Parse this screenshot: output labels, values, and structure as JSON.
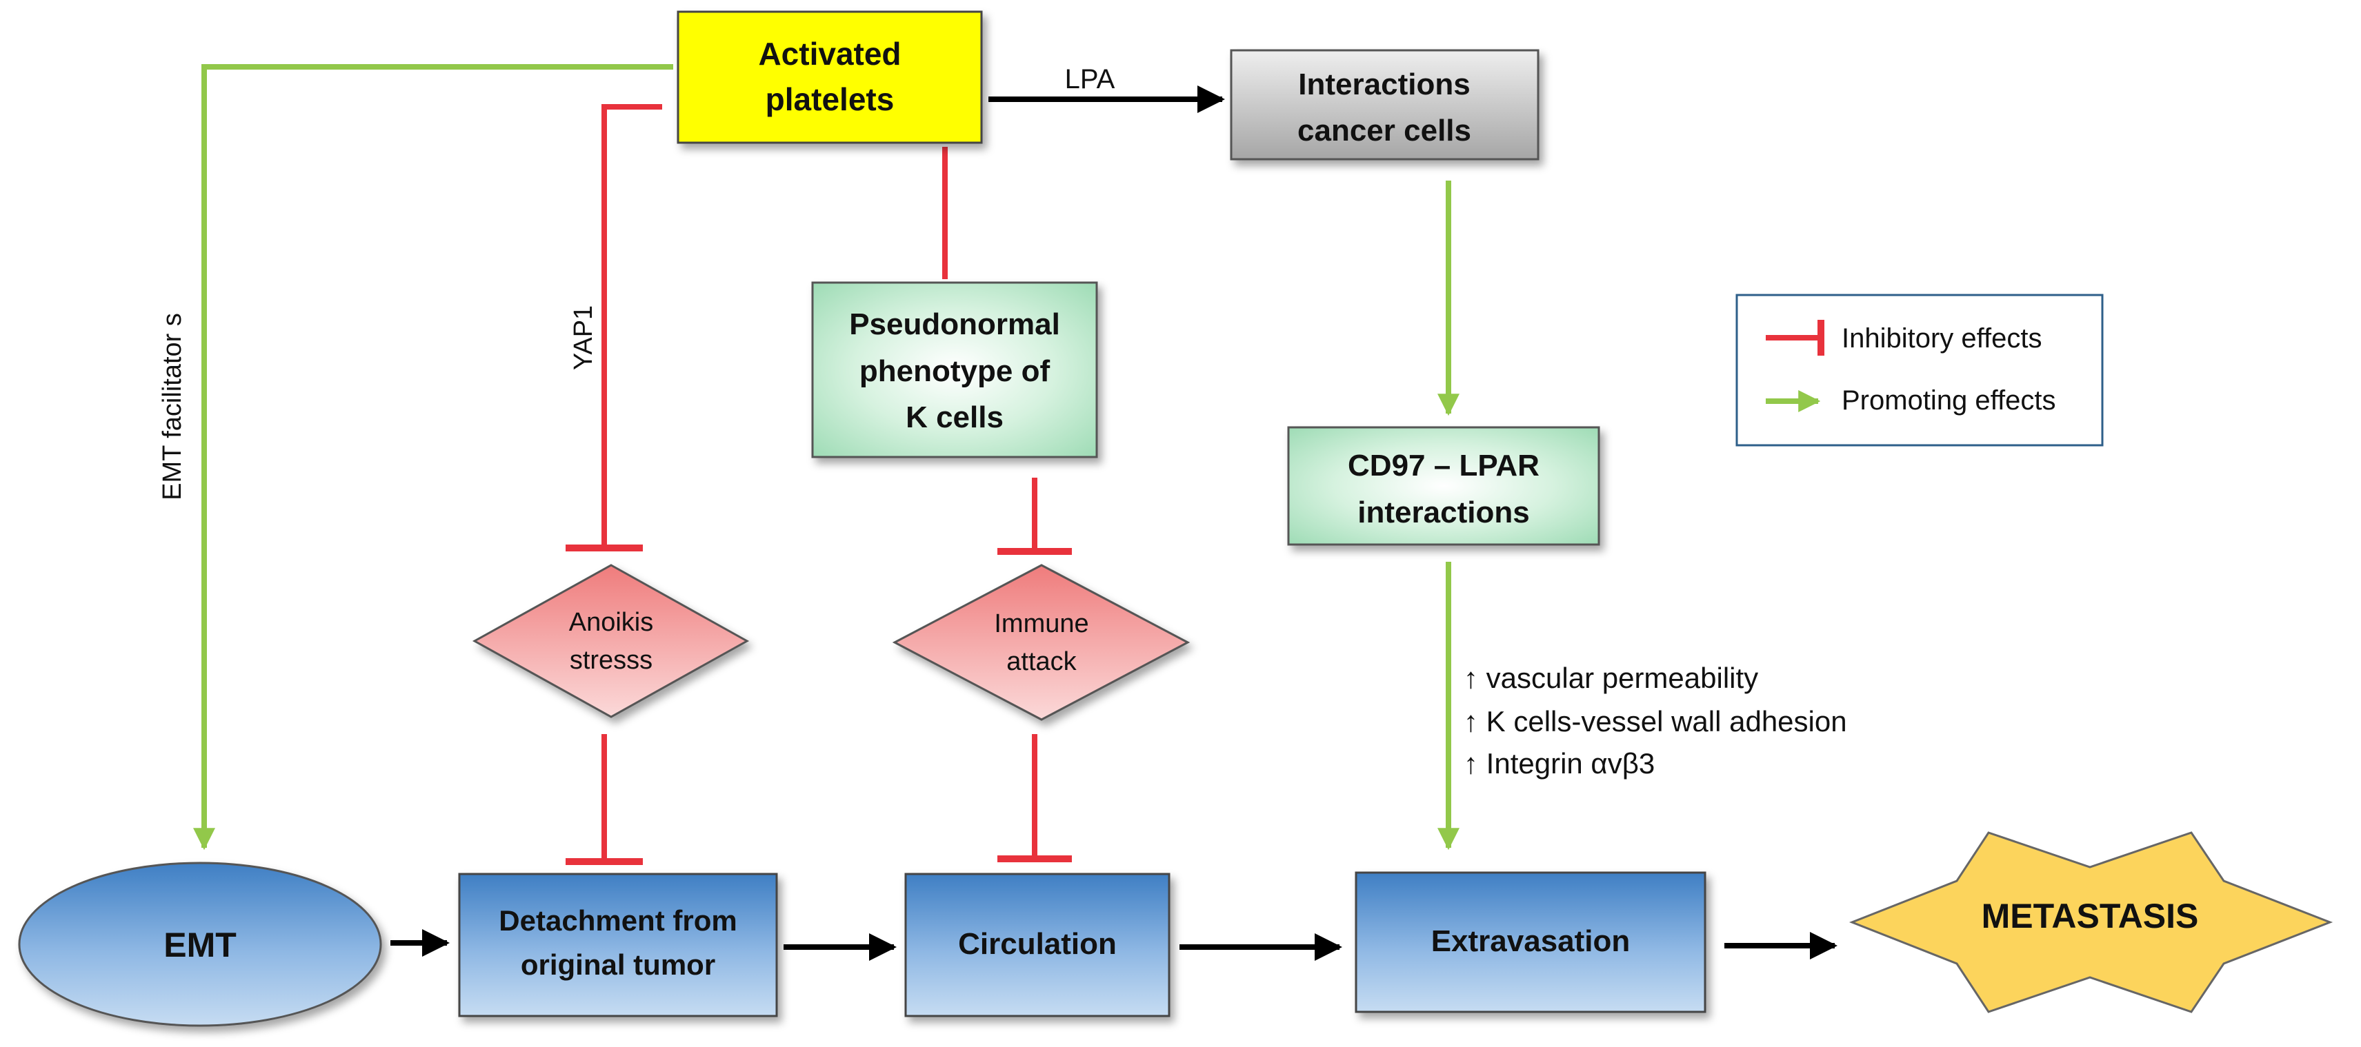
{
  "nodes": {
    "platelets": [
      "Activated",
      "platelets"
    ],
    "interactions": [
      "Interactions",
      "cancer cells"
    ],
    "pseudonormal": [
      "Pseudonormal",
      "phenotype  of",
      "K cells"
    ],
    "cd97": [
      "CD97 – LPAR",
      "interactions"
    ],
    "anoikis": [
      "Anoikis",
      "stresss"
    ],
    "immune": [
      "Immune",
      "attack"
    ],
    "emt": "EMT",
    "detachment": [
      "Detachment from",
      "original tumor"
    ],
    "circulation": "Circulation",
    "extravasation": "Extravasation",
    "metastasis": "METASTASIS"
  },
  "edge_labels": {
    "lpa": "LPA",
    "yap1": "YAP1",
    "emt_facilitators": "EMT facilitator s"
  },
  "effects": [
    "↑ vascular permeability",
    "↑ K cells-vessel wall adhesion",
    "↑ Integrin αvβ3"
  ],
  "legend": {
    "inhibitory": "Inhibitory effects",
    "promoting": "Promoting effects"
  },
  "colors": {
    "inhibitory": "#e8323c",
    "promoting": "#92c84a",
    "arrow": "#000000",
    "platelets_fill": "#ffff00",
    "metastasis_fill": "#fcd45c",
    "legend_border": "#2e5f8a"
  }
}
